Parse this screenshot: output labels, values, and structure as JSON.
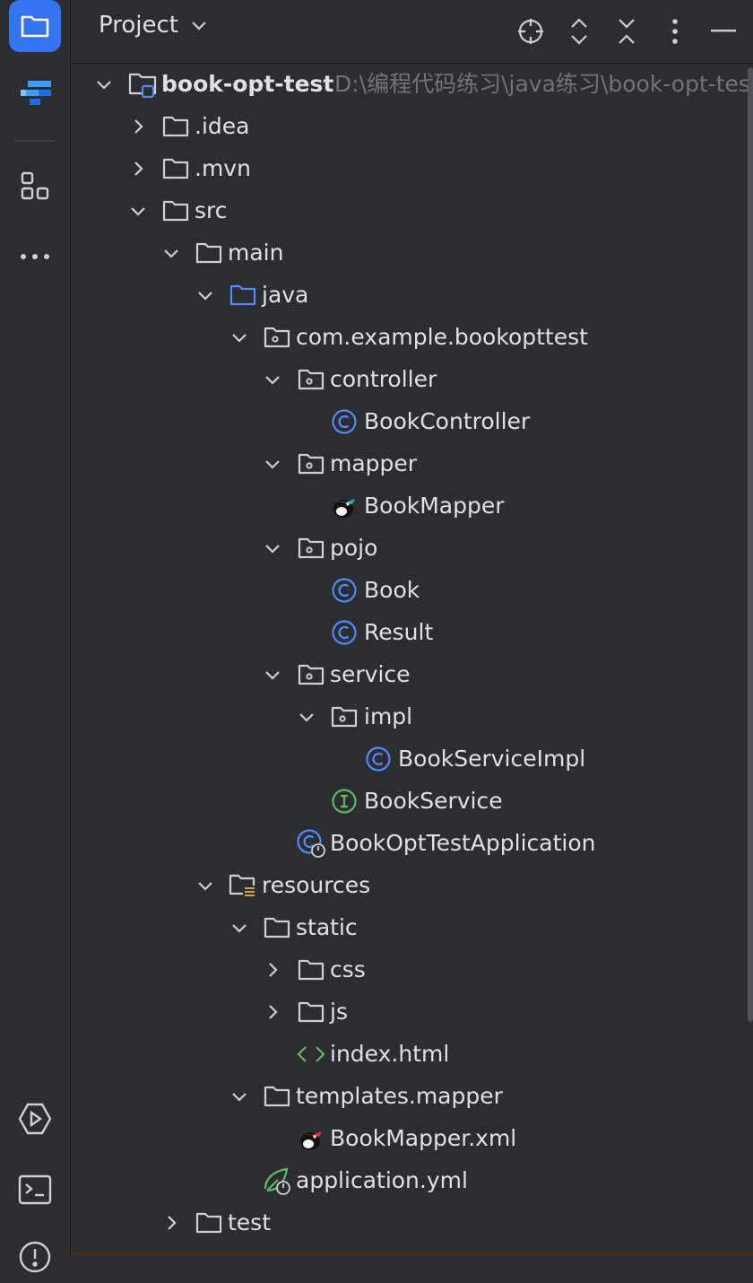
{
  "header": {
    "title": "Project"
  },
  "toolbar": {
    "locate_icon": "crosshair-icon",
    "expand_icon": "expand-all-icon",
    "collapse_icon": "collapse-all-icon",
    "options_icon": "more-vertical-icon",
    "hide_icon": "minimize-icon"
  },
  "left_strip": {
    "items": [
      "project-folder-icon",
      "plugin-logo-icon",
      "structure-icon",
      "more-horizontal-icon"
    ],
    "bottom_items": [
      "services-run-icon",
      "terminal-icon",
      "problems-icon"
    ]
  },
  "colors": {
    "accent": "#3574f0",
    "background": "#2b2d30",
    "text": "#dfe1e5",
    "muted": "#6f737a",
    "class_icon": "#548af7",
    "interface_icon": "#5fb865",
    "html_icon": "#5fb865",
    "resources_badge": "#d9a343"
  },
  "tree": {
    "root": {
      "label": "book-opt-test",
      "path": "D:\\编程代码练习\\java练习\\book-opt-test"
    },
    "n1": {
      "label": ".idea"
    },
    "n2": {
      "label": ".mvn"
    },
    "n3": {
      "label": "src"
    },
    "n4": {
      "label": "main"
    },
    "n5": {
      "label": "java"
    },
    "n6": {
      "label": "com.example.bookopttest"
    },
    "n7": {
      "label": "controller"
    },
    "n8": {
      "label": "BookController"
    },
    "n9": {
      "label": "mapper"
    },
    "n10": {
      "label": "BookMapper"
    },
    "n11": {
      "label": "pojo"
    },
    "n12": {
      "label": "Book"
    },
    "n13": {
      "label": "Result"
    },
    "n14": {
      "label": "service"
    },
    "n15": {
      "label": "impl"
    },
    "n16": {
      "label": "BookServiceImpl"
    },
    "n17": {
      "label": "BookService"
    },
    "n18": {
      "label": "BookOptTestApplication"
    },
    "n19": {
      "label": "resources"
    },
    "n20": {
      "label": "static"
    },
    "n21": {
      "label": "css"
    },
    "n22": {
      "label": "js"
    },
    "n23": {
      "label": "index.html"
    },
    "n24": {
      "label": "templates.mapper"
    },
    "n25": {
      "label": "BookMapper.xml"
    },
    "n26": {
      "label": "application.yml"
    },
    "n27": {
      "label": "test"
    }
  }
}
